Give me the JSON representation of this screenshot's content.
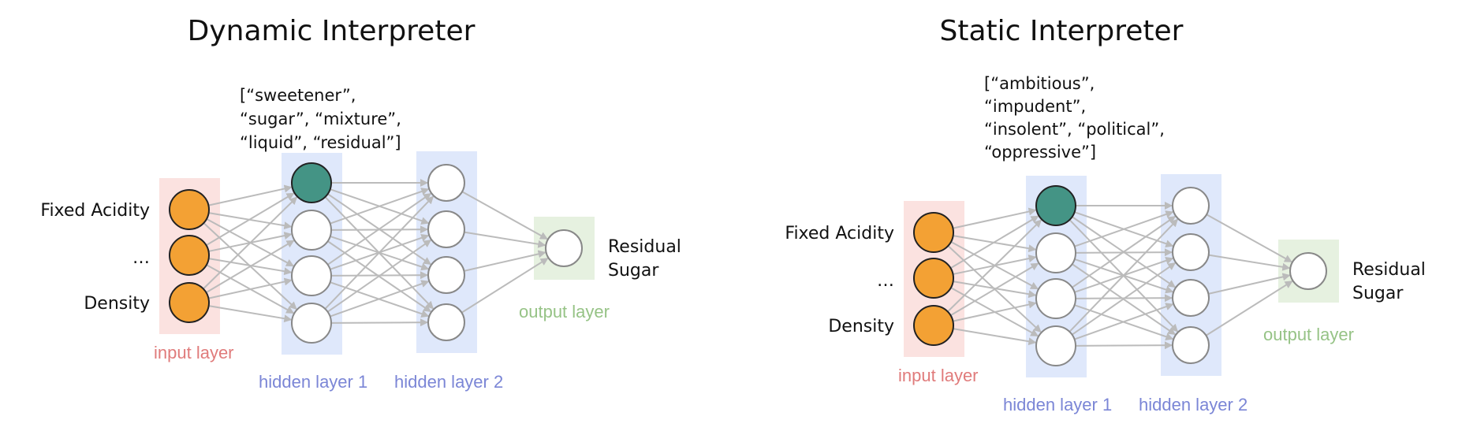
{
  "colors": {
    "input_fill": "#f3a134",
    "active_fill": "#449485",
    "empty_fill": "#ffffff",
    "edge": "#bbbbbb",
    "input_band": "#fbe2e0",
    "hidden_band": "#dfe8fb",
    "output_band": "#e6f1e0",
    "input_label": "#e07b7b",
    "hidden_label": "#7b86d6",
    "output_label": "#96c386"
  },
  "panels": [
    {
      "title": "Dynamic Interpreter",
      "features": {
        "top": "Fixed Acidity",
        "middle": "…",
        "bottom": "Density"
      },
      "words": [
        "[“sweetener”,",
        "“sugar”, “mixture”,",
        "“liquid”, “residual”]"
      ],
      "output": [
        "Residual",
        "Sugar"
      ],
      "layer_labels": {
        "input": "input layer",
        "hidden1": "hidden layer 1",
        "hidden2": "hidden layer 2",
        "output": "output layer"
      }
    },
    {
      "title": "Static Interpreter",
      "features": {
        "top": "Fixed Acidity",
        "middle": "…",
        "bottom": "Density"
      },
      "words": [
        "[“ambitious”,",
        "“impudent”,",
        "“insolent”, “political”,",
        "“oppressive”]"
      ],
      "output": [
        "Residual",
        "Sugar"
      ],
      "layer_labels": {
        "input": "input layer",
        "hidden1": "hidden layer 1",
        "hidden2": "hidden layer 2",
        "output": "output layer"
      }
    }
  ]
}
